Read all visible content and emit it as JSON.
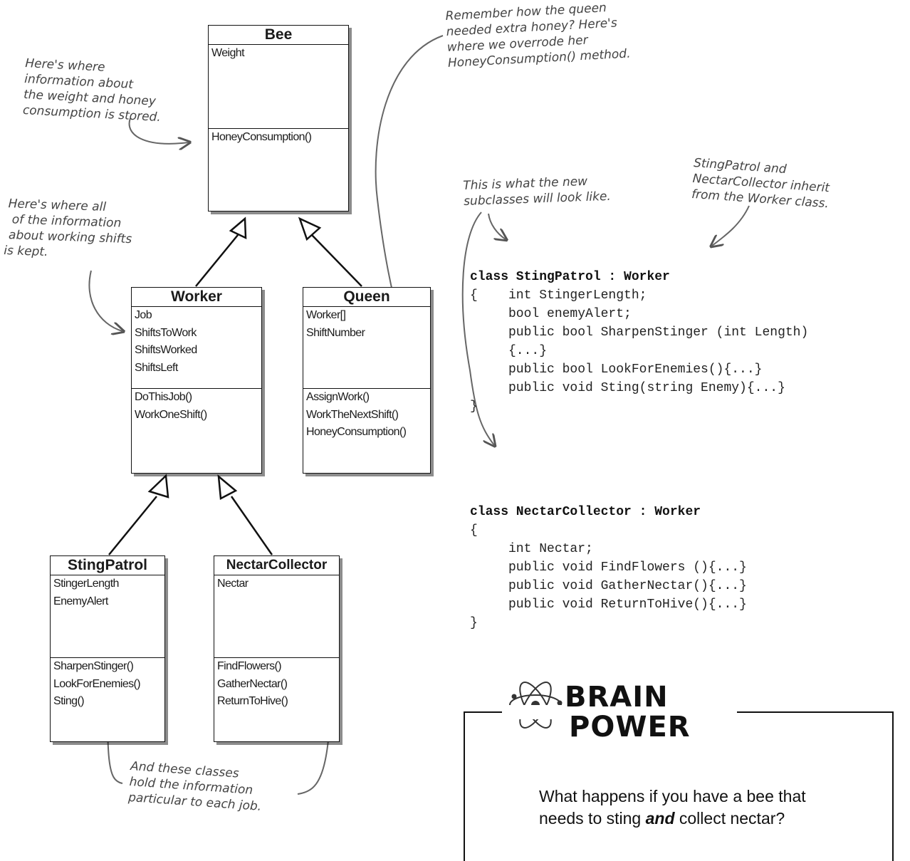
{
  "classes": {
    "bee": {
      "name": "Bee",
      "fields": [
        "Weight"
      ],
      "methods": [
        "HoneyConsumption()"
      ]
    },
    "worker": {
      "name": "Worker",
      "fields": [
        "Job",
        "ShiftsToWork",
        "ShiftsWorked",
        "ShiftsLeft"
      ],
      "methods": [
        "DoThisJob()",
        "WorkOneShift()"
      ]
    },
    "queen": {
      "name": "Queen",
      "fields": [
        "Worker[]",
        "ShiftNumber"
      ],
      "methods": [
        "AssignWork()",
        "WorkTheNextShift()",
        "HoneyConsumption()"
      ]
    },
    "stingpatrol": {
      "name": "StingPatrol",
      "fields": [
        "StingerLength",
        "EnemyAlert"
      ],
      "methods": [
        "SharpenStinger()",
        "LookForEnemies()",
        "Sting()"
      ]
    },
    "nectarcollector": {
      "name": "NectarCollector",
      "fields": [
        "Nectar"
      ],
      "methods": [
        "FindFlowers()",
        "GatherNectar()",
        "ReturnToHive()"
      ]
    }
  },
  "annotations": {
    "bee_info": [
      "Here's where",
      "information about",
      "the weight and honey",
      "consumption is stored."
    ],
    "worker_info": [
      "Here's where all",
      "of the information",
      "about working shifts",
      "is kept."
    ],
    "queen_override": [
      "Remember how the queen",
      "needed extra honey? Here's",
      "where we overrode her",
      "HoneyConsumption() method."
    ],
    "subclasses": [
      "This is what the new",
      "subclasses will look like."
    ],
    "inherit": [
      "StingPatrol and",
      "NectarCollector inherit",
      "from the  Worker class."
    ],
    "job_classes": [
      "And these classes",
      "hold the information",
      "particular to each job."
    ]
  },
  "code": {
    "stingpatrol": [
      "class StingPatrol : Worker",
      "{    int StingerLength;",
      "     bool enemyAlert;",
      "     public bool SharpenStinger (int Length)",
      "     {...}",
      "     public bool LookForEnemies(){...}",
      "     public void Sting(string Enemy){...}",
      "}"
    ],
    "nectarcollector": [
      "class NectarCollector : Worker",
      "{",
      "     int Nectar;",
      "     public void FindFlowers (){...}",
      "     public void GatherNectar(){...}",
      "     public void ReturnToHive(){...}",
      "}"
    ]
  },
  "brain_power": {
    "title_line1": "BRAIN",
    "title_line2": "POWER",
    "question_line1": "What happens if you have a bee that",
    "question_pre": "needs to sting ",
    "question_em": "and",
    "question_post": " collect nectar?"
  }
}
